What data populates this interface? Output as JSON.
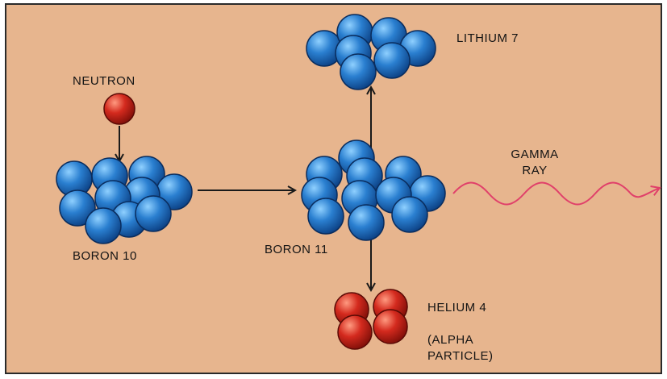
{
  "labels": {
    "neutron": "NEUTRON",
    "boron10": "BORON 10",
    "boron11": "BORON 11",
    "lithium7": "LITHIUM 7",
    "gamma_line1": "GAMMA",
    "gamma_line2": "RAY",
    "helium4": "HELIUM 4",
    "alpha_line1": "(ALPHA",
    "alpha_line2": "PARTICLE)"
  },
  "colors": {
    "background": "#e7b58e",
    "neutron": "#d62a1c",
    "proton_blue": "#2a7fd0",
    "alpha_red": "#d42a1e",
    "gamma_wave": "#e0406a",
    "arrow": "#1a1a1a"
  }
}
